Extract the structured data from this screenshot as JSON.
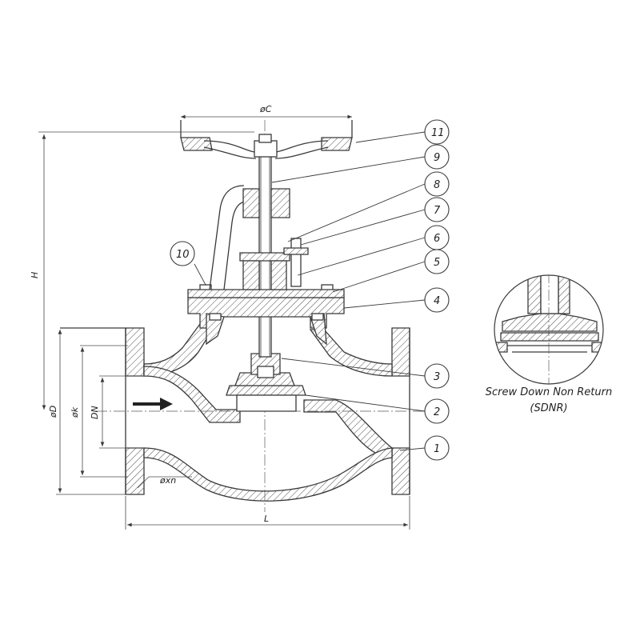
{
  "dimensions": {
    "c": "øC",
    "h": "H",
    "d": "øD",
    "k": "øk",
    "dn": "DN",
    "xn": "øxn",
    "l": "L"
  },
  "part_numbers": [
    "1",
    "2",
    "3",
    "4",
    "5",
    "6",
    "7",
    "8",
    "9",
    "10",
    "11"
  ],
  "detail": {
    "caption_line1": "Screw Down Non Return",
    "caption_line2": "(SDNR)"
  },
  "colors": {
    "line": "#3a3a3a",
    "background": "#ffffff"
  }
}
